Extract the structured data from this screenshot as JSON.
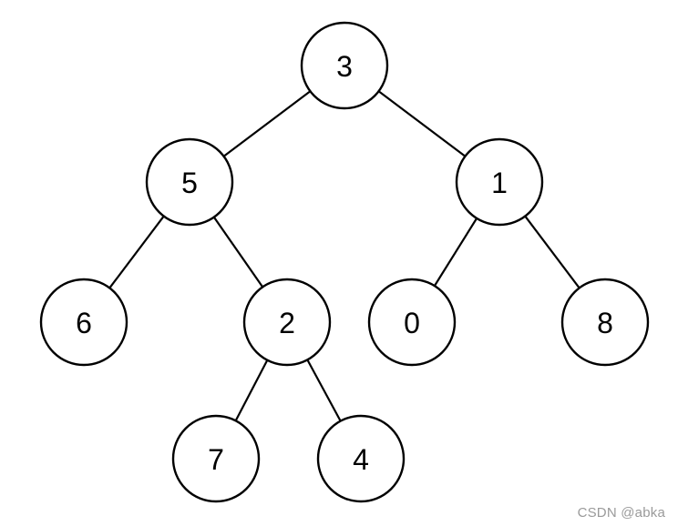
{
  "tree": {
    "nodes": [
      {
        "id": "n3",
        "label": "3"
      },
      {
        "id": "n5",
        "label": "5"
      },
      {
        "id": "n1",
        "label": "1"
      },
      {
        "id": "n6",
        "label": "6"
      },
      {
        "id": "n2",
        "label": "2"
      },
      {
        "id": "n0",
        "label": "0"
      },
      {
        "id": "n8",
        "label": "8"
      },
      {
        "id": "n7",
        "label": "7"
      },
      {
        "id": "n4",
        "label": "4"
      }
    ],
    "edges": [
      {
        "from": "n3",
        "to": "n5"
      },
      {
        "from": "n3",
        "to": "n1"
      },
      {
        "from": "n5",
        "to": "n6"
      },
      {
        "from": "n5",
        "to": "n2"
      },
      {
        "from": "n1",
        "to": "n0"
      },
      {
        "from": "n1",
        "to": "n8"
      },
      {
        "from": "n2",
        "to": "n7"
      },
      {
        "from": "n2",
        "to": "n4"
      }
    ]
  },
  "watermark": "CSDN @abka"
}
